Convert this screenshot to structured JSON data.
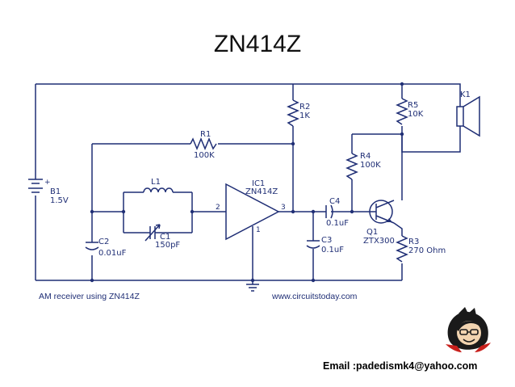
{
  "slide": {
    "title": "ZN414Z",
    "email": "Email :padedismk4@yahoo.com"
  },
  "schematic": {
    "caption": "AM receiver using ZN414Z",
    "website": "www.circuitstoday.com",
    "components": {
      "B1": {
        "ref": "B1",
        "value": "1.5V"
      },
      "R1": {
        "ref": "R1",
        "value": "100K"
      },
      "R2": {
        "ref": "R2",
        "value": "1K"
      },
      "R3": {
        "ref": "R3",
        "value": "270 Ohm"
      },
      "R4": {
        "ref": "R4",
        "value": "100K"
      },
      "R5": {
        "ref": "R5",
        "value": "10K"
      },
      "L1": {
        "ref": "L1"
      },
      "C1": {
        "ref": "C1",
        "value": "150pF"
      },
      "C2": {
        "ref": "C2",
        "value": "0.01uF"
      },
      "C3": {
        "ref": "C3",
        "value": "0.1uF"
      },
      "C4": {
        "ref": "C4",
        "value": "0.1uF"
      },
      "IC1": {
        "ref": "IC1",
        "value": "ZN414Z"
      },
      "Q1": {
        "ref": "Q1",
        "value": "ZTX300"
      },
      "K1": {
        "ref": "K1"
      }
    },
    "pins": {
      "in": "2",
      "out": "3",
      "gnd": "1"
    },
    "battery_plus": "+"
  },
  "colors": {
    "wire": "#1f2e75",
    "title": "#111111"
  },
  "icons": {
    "logo": "cartoon-face-logo-icon"
  }
}
